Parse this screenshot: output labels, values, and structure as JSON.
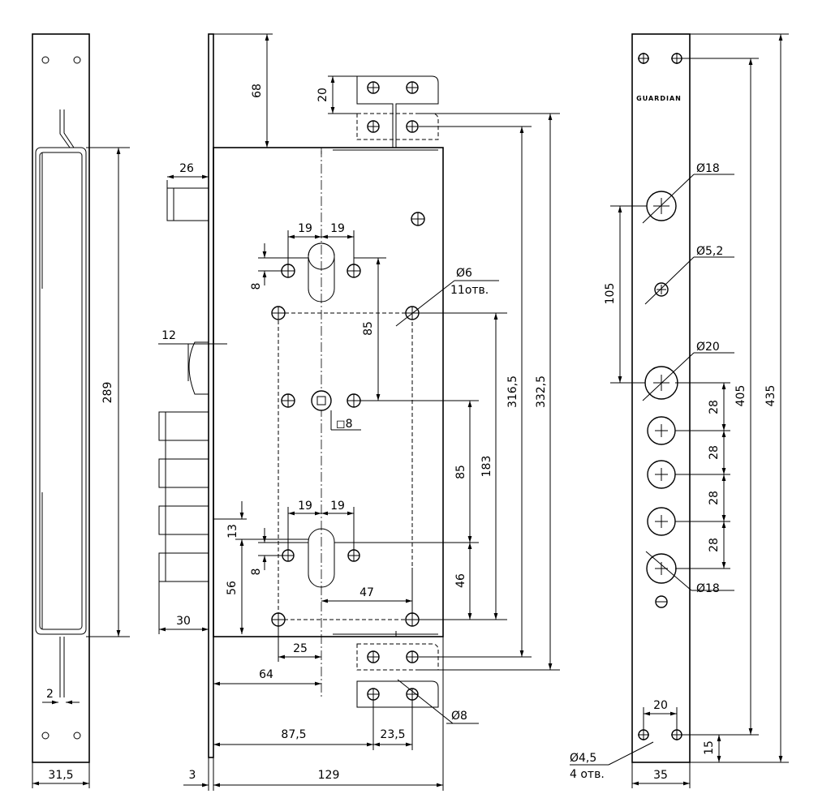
{
  "brand": "GUARDIAN",
  "dimensions": {
    "left_plate_width": "31,5",
    "left_plate_height": "289",
    "left_plate_gap": "2",
    "case_depth_top": "68",
    "bolt_width": "26",
    "latch_width": "12",
    "bolt_30": "30",
    "bolt_13": "13",
    "dim_56": "56",
    "faceplate_thickness": "3",
    "case_width": "129",
    "dim_87_5": "87,5",
    "dim_23_5": "23,5",
    "dim_64": "64",
    "dim_25": "25",
    "dim_47": "47",
    "cyl_top_19a": "19",
    "cyl_top_19b": "19",
    "cyl_bot_19a": "19",
    "cyl_bot_19b": "19",
    "dim_8_top": "8",
    "dim_8_bottom": "8",
    "dim_85_top": "85",
    "dim_85_bottom": "85",
    "dim_183": "183",
    "dim_46": "46",
    "dim_316_5": "316,5",
    "dim_332_5": "332,5",
    "dim_20_bracket": "20",
    "hole_d6": "Ø6",
    "hole_d6_count": "11отв.",
    "square_8": "◻8",
    "hole_d8": "Ø8",
    "strike_d18_top": "Ø18",
    "strike_d5_2": "Ø5,2",
    "strike_d20": "Ø20",
    "strike_d18_bottom": "Ø18",
    "strike_105": "105",
    "strike_28_a": "28",
    "strike_28_b": "28",
    "strike_28_c": "28",
    "strike_28_d": "28",
    "strike_405": "405",
    "strike_435": "435",
    "strike_20": "20",
    "strike_15": "15",
    "strike_35": "35",
    "strike_d4_5": "Ø4,5",
    "strike_d4_5_count": "4 отв."
  }
}
